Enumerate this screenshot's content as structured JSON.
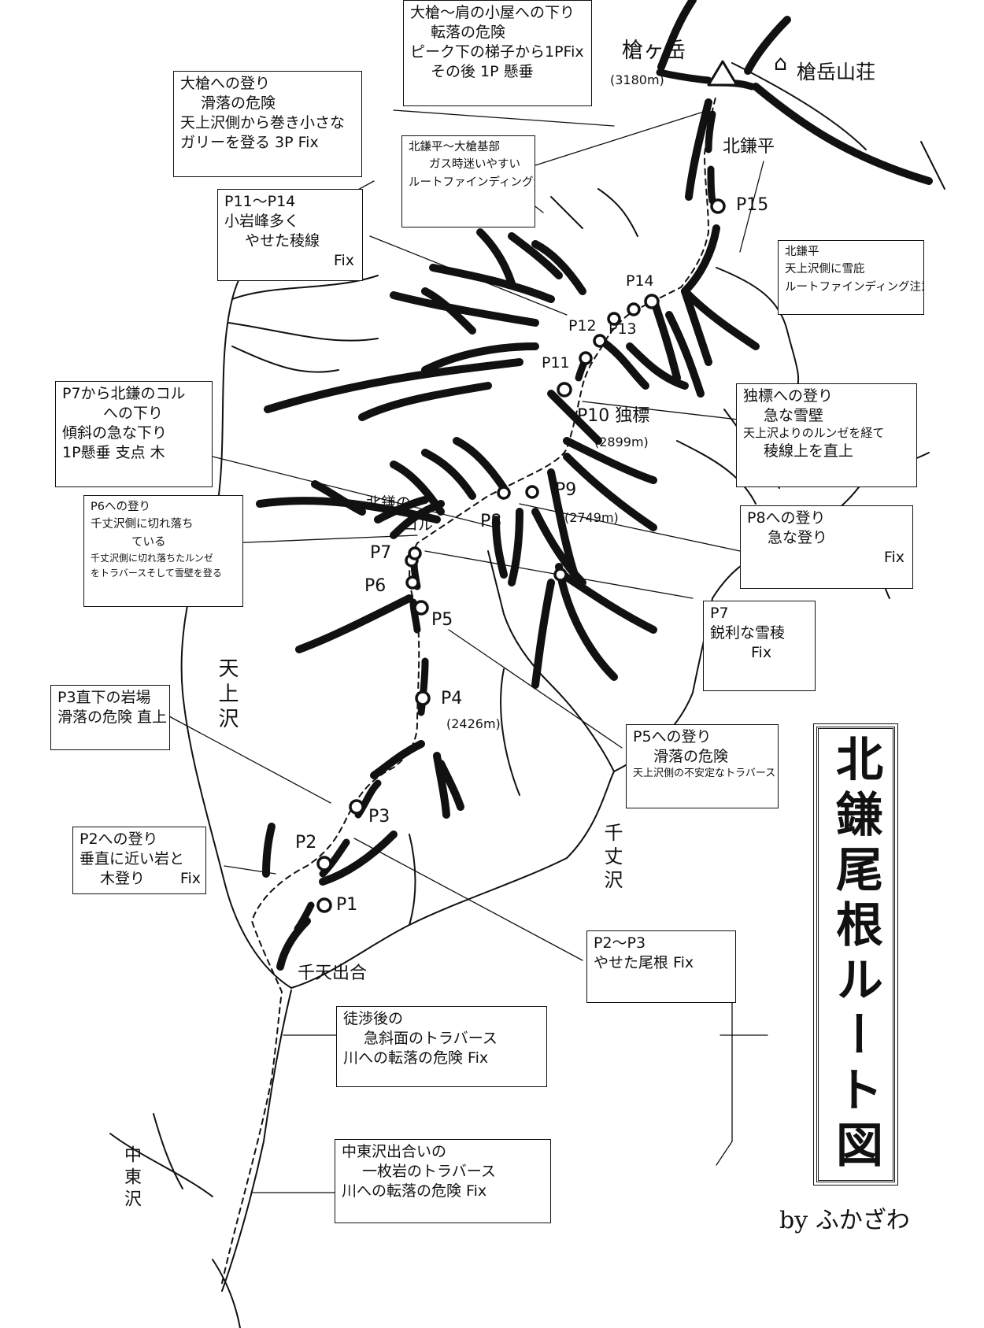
{
  "title": "北鎌尾根ルート図",
  "author": "by ふかざわ",
  "peaks": {
    "yarigatake": {
      "name": "槍ヶ岳",
      "elevation": "(3180m)"
    },
    "hutte": "槍岳山荘",
    "kitakamadaira": "北鎌平"
  },
  "points": {
    "p1": "P1",
    "p2": "P2",
    "p3": "P3",
    "p4": "P4",
    "p4_elev": "(2426m)",
    "p5": "P5",
    "p6": "P6",
    "p7": "P7",
    "p8": "P8",
    "p9": "P9",
    "p9_elev": "(2749m)",
    "p10": "P10 独標",
    "p10_elev": "(2899m)",
    "p11": "P11",
    "p12": "P12",
    "p13": "P13",
    "p14": "P14",
    "p15": "P15",
    "kitakama_col": [
      "北鎌の",
      "コル"
    ]
  },
  "streams": {
    "tenjousawa": "天上沢",
    "sentensawa": "千丈沢",
    "sendeai": "千天出合",
    "nakahigashisawa": "中東沢"
  },
  "notes": {
    "oyari_hut": [
      "大槍～肩の小屋への下り",
      "転落の危険",
      "ピーク下の梯子から1PFix",
      "その後 1P 懸垂"
    ],
    "oyari_climb": [
      "大槍への登り",
      "滑落の危険",
      "天上沢側から巻き小さな",
      "ガリーを登る 3P Fix"
    ],
    "kitakamadaira_oyari": [
      "北鎌平～大槍基部",
      "ガス時迷いやすい",
      "ルートファインディング注意"
    ],
    "p11_p14": [
      "P11～P14",
      "小岩峰多く",
      "やせた稜線",
      "Fix"
    ],
    "kitakamadaira_cornice": [
      "北鎌平",
      "天上沢側に雪庇",
      "ルートファインディング注意"
    ],
    "p7_col": [
      "P7から北鎌のコル",
      "への下り",
      "傾斜の急な下り",
      "1P懸垂 支点 木"
    ],
    "dokuhyo": [
      "独標への登り",
      "急な雪壁",
      "天上沢よりのルンゼを経て",
      "稜線上を直上"
    ],
    "p6": [
      "P6への登り",
      "千丈沢側に切れ落ち",
      "ている",
      "千丈沢側に切れ落ちたルンゼ",
      "をトラバースそして雪壁を登る"
    ],
    "p8": [
      "P8への登り",
      "急な登り",
      "Fix"
    ],
    "p7": [
      "P7",
      "鋭利な雪稜",
      "Fix"
    ],
    "p3": [
      "P3直下の岩場",
      "滑落の危険 直上"
    ],
    "p5": [
      "P5への登り",
      "滑落の危険",
      "天上沢側の不安定なトラバース"
    ],
    "p2": [
      "P2への登り",
      "垂直に近い岩と",
      "木登り",
      "Fix"
    ],
    "p2_p3": [
      "P2～P3",
      "やせた尾根 Fix"
    ],
    "after_wade": [
      "徒渉後の",
      "急斜面のトラバース",
      "川への転落の危険 Fix"
    ],
    "nakahigashi": [
      "中東沢出合いの",
      "一枚岩のトラバース",
      "川への転落の危険 Fix"
    ]
  }
}
